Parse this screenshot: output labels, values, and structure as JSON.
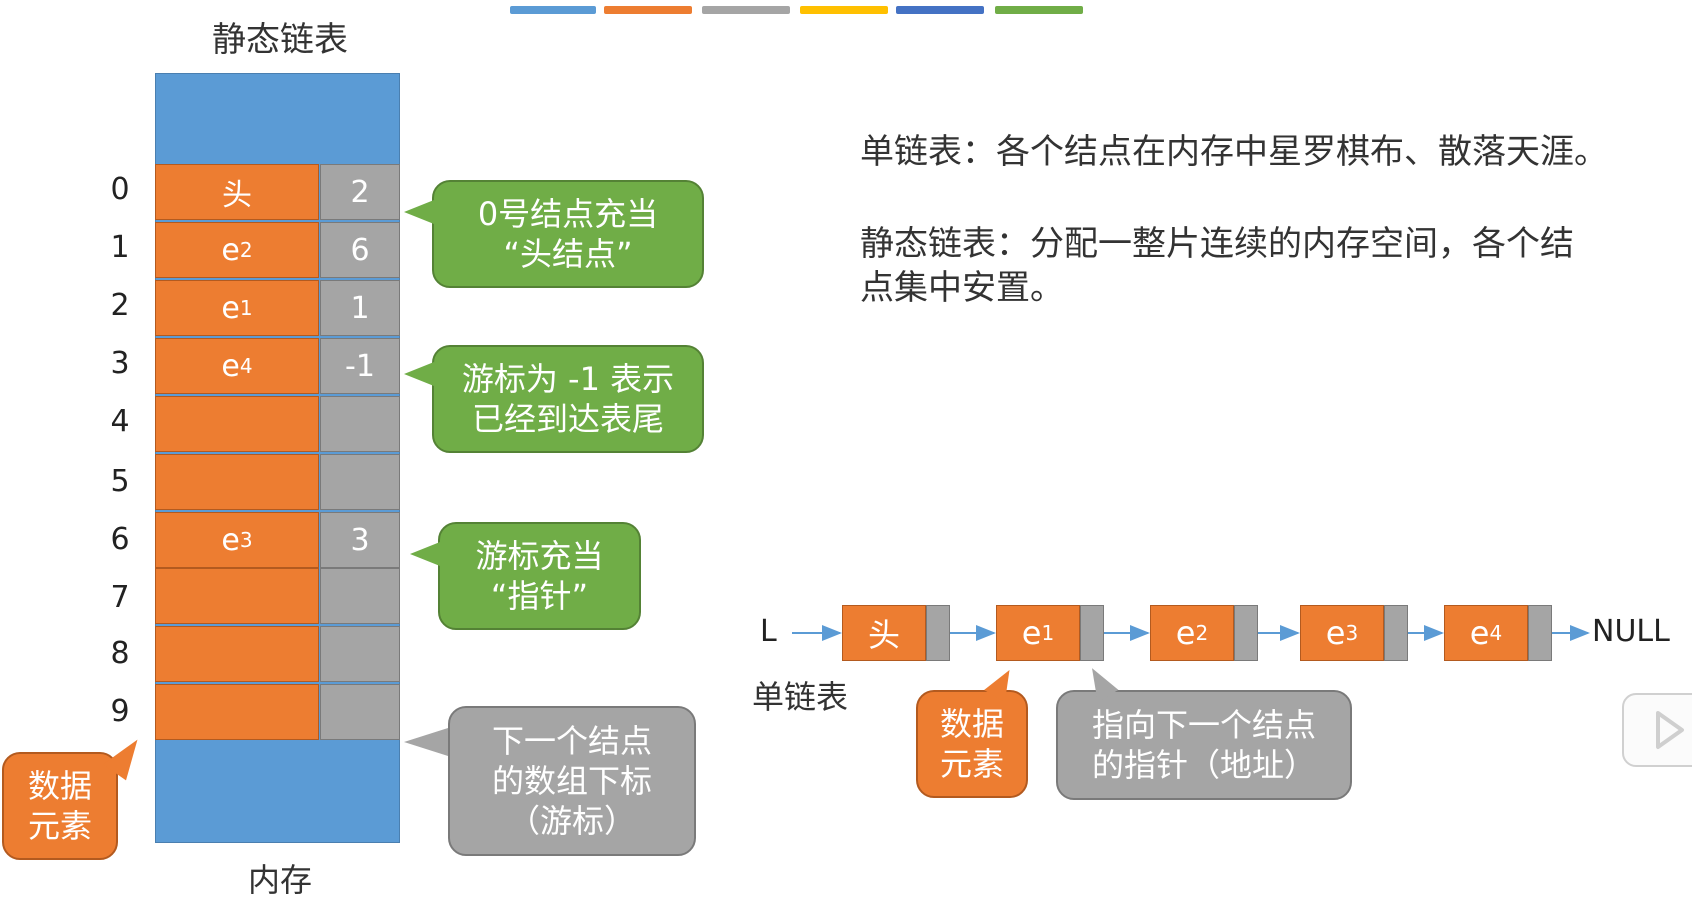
{
  "colors": [
    "#5b9bd5",
    "#ed7d31",
    "#a5a5a5",
    "#ffc000",
    "#4472c4",
    "#70ad47"
  ],
  "title": "静态链表",
  "memory_label": "内存",
  "rows": [
    {
      "index": "0",
      "data": "头",
      "sub": "",
      "cursor": "2"
    },
    {
      "index": "1",
      "data": "e",
      "sub": "2",
      "cursor": "6"
    },
    {
      "index": "2",
      "data": "e",
      "sub": "1",
      "cursor": "1"
    },
    {
      "index": "3",
      "data": "e",
      "sub": "4",
      "cursor": "-1"
    },
    {
      "index": "4",
      "data": "",
      "sub": "",
      "cursor": ""
    },
    {
      "index": "5",
      "data": "",
      "sub": "",
      "cursor": ""
    },
    {
      "index": "6",
      "data": "e",
      "sub": "3",
      "cursor": "3"
    },
    {
      "index": "7",
      "data": "",
      "sub": "",
      "cursor": ""
    },
    {
      "index": "8",
      "data": "",
      "sub": "",
      "cursor": ""
    },
    {
      "index": "9",
      "data": "",
      "sub": "",
      "cursor": ""
    }
  ],
  "callouts": {
    "head_node": [
      "0号结点充当",
      "“头结点”"
    ],
    "tail_marker": [
      "游标为 -1 表示",
      "已经到达表尾"
    ],
    "cursor_pointer": [
      "游标充当",
      "“指针”"
    ],
    "next_index": [
      "下一个结点",
      "的数组下标",
      "（游标）"
    ],
    "data_element_left": [
      "数据",
      "元素"
    ],
    "data_element_right": [
      "数据",
      "元素"
    ],
    "pointer_address": [
      "指向下一个结点",
      "的指针（地址）"
    ]
  },
  "description": {
    "single_list": "单链表：各个结点在内存中星罗棋布、散落天涯。",
    "static_list_line1": "静态链表：分配一整片连续的内存空间，各个结",
    "static_list_line2": "点集中安置。"
  },
  "linked_list": {
    "head_pointer": "L",
    "caption": "单链表",
    "nodes": [
      {
        "data": "头",
        "sub": ""
      },
      {
        "data": "e",
        "sub": "1"
      },
      {
        "data": "e",
        "sub": "2"
      },
      {
        "data": "e",
        "sub": "3"
      },
      {
        "data": "e",
        "sub": "4"
      }
    ],
    "end": "NULL"
  }
}
